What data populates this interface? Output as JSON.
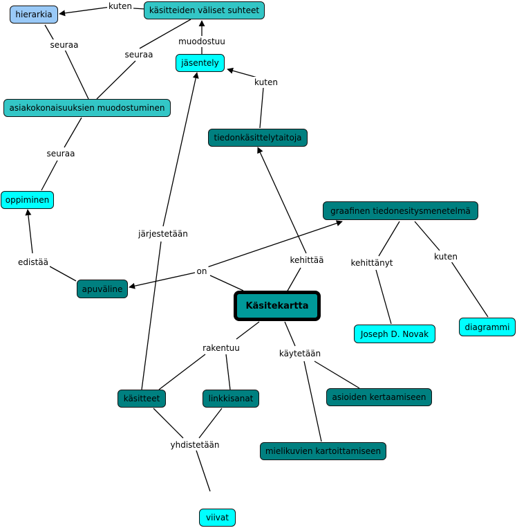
{
  "nodes": {
    "hierarkia": "hierarkia",
    "kasitteiden_valiset_suhteet": "käsitteiden väliset suhteet",
    "jasentely": "jäsentely",
    "asiakokonaisuuksien_muodostuminen": "asiakokonaisuuksien muodostuminen",
    "tiedonkasittelytaitoja": "tiedonkäsittelytaitoja",
    "oppiminen": "oppiminen",
    "graafinen_tiedonesitysmenetelma": "graafinen tiedonesitysmenetelmä",
    "apuvaline": "apuväline",
    "kasitekartta": "Käsitekartta",
    "joseph_d_novak": "Joseph D. Novak",
    "diagrammi": "diagrammi",
    "kasitteet": "käsitteet",
    "linkkisanat": "linkkisanat",
    "asioiden_kertaamiseen": "asioiden kertaamiseen",
    "mielikuvien_kartoittamiseen": "mielikuvien kartoittamiseen",
    "viivat": "viivat"
  },
  "links": {
    "kuten_hierarkia": "kuten",
    "seuraa_left": "seuraa",
    "seuraa_right": "seuraa",
    "muodostuu": "muodostuu",
    "kuten_jasentely": "kuten",
    "seuraa_oppiminen": "seuraa",
    "jarjestetaan": "järjestetään",
    "kehittaa": "kehittää",
    "on": "on",
    "edistaa": "edistää",
    "kehittanyt": "kehittänyt",
    "kuten_diagrammi": "kuten",
    "rakentuu": "rakentuu",
    "kaytetaan": "käytetään",
    "yhdistetaan": "yhdistetään"
  },
  "colors": {
    "light_blue": "#99c9f7",
    "medium_teal": "#33c6c6",
    "cyan": "#00ffff",
    "dark_teal": "#008080",
    "main_teal": "#009999"
  }
}
